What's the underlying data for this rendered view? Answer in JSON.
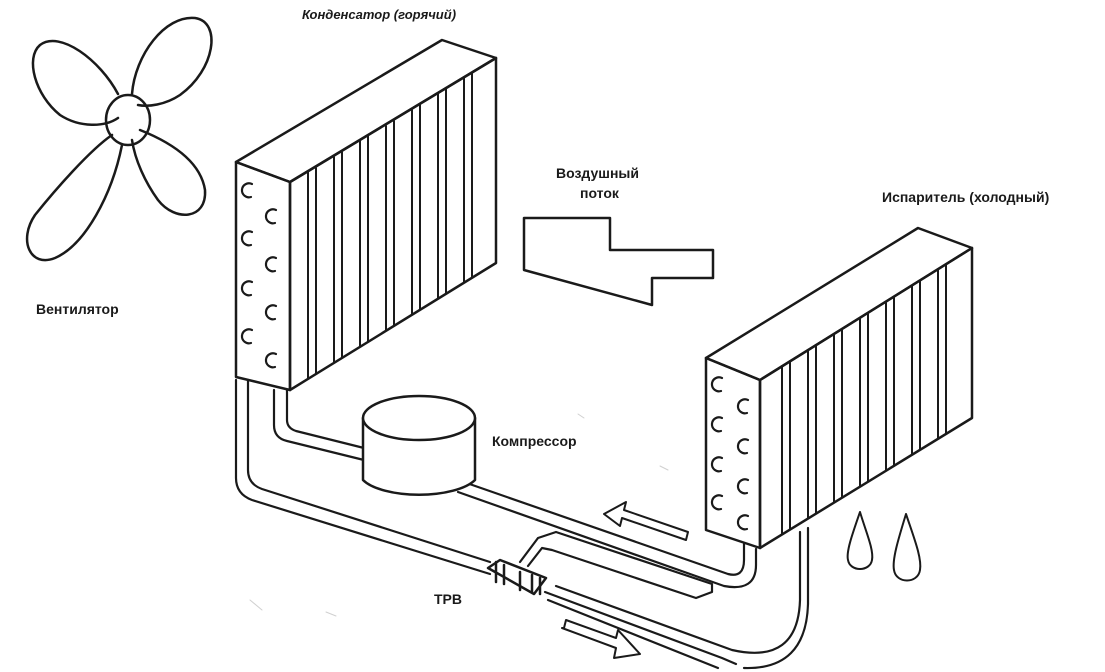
{
  "labels": {
    "condenser": "Конденсатор (горячий)",
    "airflow_line1": "Воздушный",
    "airflow_line2": "поток",
    "evaporator": "Испаритель (холодный)",
    "fan": "Вентилятор",
    "compressor": "Компрессор",
    "valve": "ТРВ"
  },
  "components": [
    "fan-icon",
    "condenser",
    "evaporator",
    "compressor",
    "expansion-valve",
    "airflow-arrow",
    "water-droplets"
  ],
  "colors": {
    "line": "#1a1a1a",
    "background": "#ffffff"
  }
}
